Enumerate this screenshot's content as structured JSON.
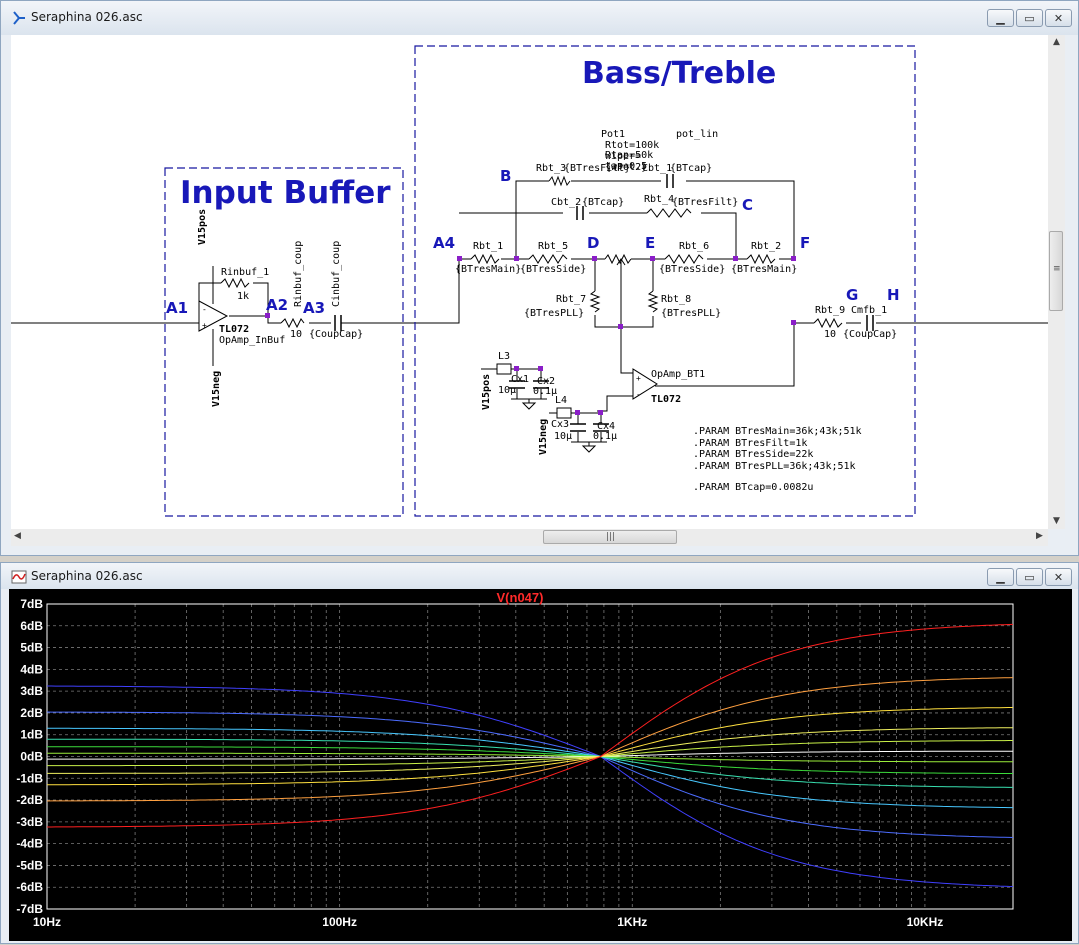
{
  "schematic_window": {
    "title": "Seraphina 026.asc",
    "icon": "schematic-icon",
    "buttons": [
      "minimize-icon",
      "maximize-icon",
      "close-icon"
    ],
    "sections": {
      "input_buffer": "Input Buffer",
      "bass_treble": "Bass/Treble"
    },
    "node_labels": {
      "A1": "A1",
      "A2": "A2",
      "A3": "A3",
      "A4": "A4",
      "B": "B",
      "C": "C",
      "D": "D",
      "E": "E",
      "F": "F",
      "G": "G",
      "H": "H"
    },
    "components": {
      "v15pos_top": "V15pos",
      "rinbuf_1": "Rinbuf_1",
      "rinbuf_1_val": "1k",
      "tl072_1": "TL072",
      "opamp_inbuf": "OpAmp_InBuf",
      "v15neg_top": "V15neg",
      "rinbuf_coup": "Rinbuf_coup",
      "rinbuf_coup_val": "10",
      "cinbuf_coup": "Cinbuf_coup",
      "cinbuf_coup_val": "{CoupCap}",
      "pot1": "Pot1",
      "pot_lin": "pot_lin",
      "rtot_line": "Rtot=100k wiper={wPot2}",
      "rtap_line": "Rtap=50k tap=0.5",
      "rbt_3": "Rbt_3",
      "rbt_3_val": "{BTresFilt}",
      "cbt_1": "Cbt_1",
      "cbt_1_val": "{BTcap}",
      "cbt_2": "Cbt_2",
      "cbt_2_val": "{BTcap}",
      "rbt_4": "Rbt_4",
      "rbt_4_val": "{BTresFilt}",
      "rbt_1": "Rbt_1",
      "rbt_1_val": "{BTresMain}",
      "rbt_5": "Rbt_5",
      "rbt_5_val": "{BTresSide}",
      "rbt_6": "Rbt_6",
      "rbt_6_val": "{BTresSide}",
      "rbt_2": "Rbt_2",
      "rbt_2_val": "{BTresMain}",
      "rbt_7": "Rbt_7",
      "rbt_7_val": "{BTresPLL}",
      "rbt_8": "Rbt_8",
      "rbt_8_val": "{BTresPLL}",
      "rbt_9": "Rbt_9",
      "rbt_9_val": "10",
      "cmfb_1": "Cmfb_1",
      "cmfb_1_val": "{CoupCap}",
      "l3": "L3",
      "cx1": "Cx1",
      "cx1_val": "10µ",
      "cx2": "Cx2",
      "cx2_val": "0.1µ",
      "v15pos_bot": "V15pos",
      "l4": "L4",
      "cx3": "Cx3",
      "cx3_val": "10µ",
      "cx4": "Cx4",
      "cx4_val": "0.1µ",
      "v15neg_bot": "V15neg",
      "opamp_bt1": "OpAmp_BT1",
      "tl072_2": "TL072"
    },
    "params": [
      ".PARAM BTresMain=36k;43k;51k",
      ".PARAM BTresFilt=1k",
      ".PARAM BTresSide=22k",
      ".PARAM BTresPLL=36k;43k;51k",
      ".PARAM BTcap=0.0082u"
    ]
  },
  "waveform_window": {
    "title": "Seraphina 026.asc",
    "icon": "waveform-icon",
    "buttons": [
      "minimize-icon",
      "maximize-icon",
      "close-icon"
    ]
  },
  "chart_data": {
    "type": "line",
    "title": "V(n047)",
    "xlabel": "",
    "ylabel": "",
    "x_scale": "log",
    "xlim": [
      10,
      20000
    ],
    "ylim": [
      -7,
      7
    ],
    "grid": true,
    "x_ticks": [
      "10Hz",
      "100Hz",
      "1KHz",
      "10KHz"
    ],
    "y_ticks": [
      "7dB",
      "6dB",
      "5dB",
      "4dB",
      "3dB",
      "2dB",
      "1dB",
      "0dB",
      "-1dB",
      "-2dB",
      "-3dB",
      "-4dB",
      "-5dB",
      "-6dB",
      "-7dB"
    ],
    "crossover_hz": 780,
    "series": [
      {
        "low_db": 3.25,
        "high_db": -6.1,
        "color": "#4040ff"
      },
      {
        "low_db": 2.05,
        "high_db": -3.8,
        "color": "#4c6cff"
      },
      {
        "low_db": 1.3,
        "high_db": -2.4,
        "color": "#48c8ff"
      },
      {
        "low_db": 0.8,
        "high_db": -1.45,
        "color": "#39e0b0"
      },
      {
        "low_db": 0.45,
        "high_db": -0.8,
        "color": "#3cdc3c"
      },
      {
        "low_db": 0.15,
        "high_db": -0.25,
        "color": "#9aec3a"
      },
      {
        "low_db": -0.12,
        "high_db": 0.25,
        "color": "#ffffff"
      },
      {
        "low_db": -0.42,
        "high_db": 0.75,
        "color": "#c8f048"
      },
      {
        "low_db": -0.78,
        "high_db": 1.35,
        "color": "#f0f060"
      },
      {
        "low_db": -1.3,
        "high_db": 2.3,
        "color": "#ffe040"
      },
      {
        "low_db": -2.05,
        "high_db": 3.7,
        "color": "#ffa040"
      },
      {
        "low_db": -3.25,
        "high_db": 6.2,
        "color": "#ff2020"
      }
    ]
  }
}
